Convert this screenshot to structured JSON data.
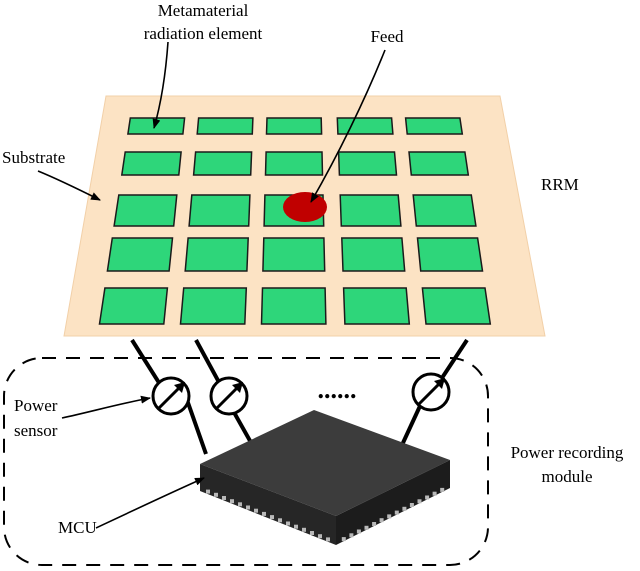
{
  "labels": {
    "element_line1": "Metamaterial",
    "element_line2": "radiation element",
    "feed": "Feed",
    "substrate": "Substrate",
    "rrm": "RRM",
    "power_line1": "Power",
    "power_line2": "sensor",
    "module_line1": "Power recording",
    "module_line2": "module",
    "mcu": "MCU",
    "dots": "......"
  },
  "colors": {
    "substrate": "#fce3c4",
    "element": "#2ed67a",
    "feed": "#c00000",
    "chip": "#2e2e2e",
    "chip_top": "#3a3a3a",
    "pin": "#b9b9b9",
    "line": "#000000"
  },
  "grid": {
    "rows": 5,
    "cols": 5,
    "feed_row": 3,
    "feed_col": 3
  },
  "sensors": {
    "count_shown": 3
  }
}
